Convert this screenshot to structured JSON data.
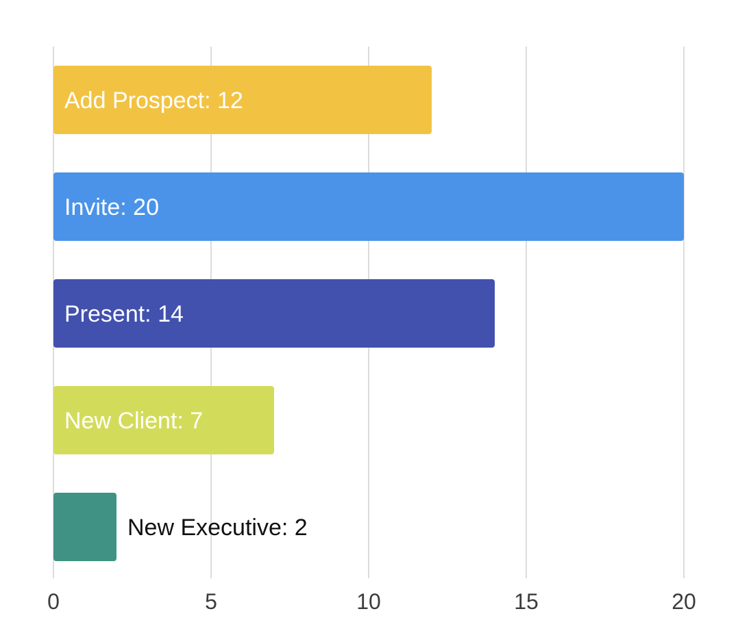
{
  "chart_data": {
    "type": "bar",
    "orientation": "horizontal",
    "categories": [
      "Add Prospect",
      "Invite",
      "Present",
      "New Client",
      "New Executive"
    ],
    "values": [
      12,
      20,
      14,
      7,
      2
    ],
    "colors": [
      "#F2C343",
      "#4A93E9",
      "#4251AE",
      "#D3DC5A",
      "#409384"
    ],
    "bar_labels": [
      "Add Prospect: 12",
      "Invite: 20",
      "Present: 14",
      "New Client: 7",
      "New Executive: 2"
    ],
    "xlim": [
      0,
      20
    ],
    "xticks": [
      0,
      5,
      10,
      15,
      20
    ],
    "xtick_labels": [
      "0",
      "5",
      "10",
      "15",
      "20"
    ],
    "grid": true,
    "title": "",
    "xlabel": "",
    "ylabel": ""
  }
}
